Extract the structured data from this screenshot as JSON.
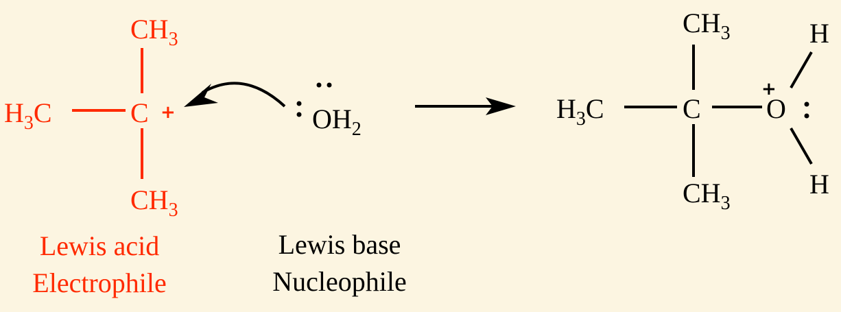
{
  "colors": {
    "background": "#fcf5e1",
    "reactant": "#ff2a00",
    "product": "#000000"
  },
  "reactant_carbocation": {
    "top": {
      "main": "CH",
      "sub": "3"
    },
    "left": {
      "pre": "H",
      "sub": "3",
      "post": "C"
    },
    "center": "C",
    "charge": "+",
    "bottom": {
      "main": "CH",
      "sub": "3"
    },
    "label_line1": "Lewis acid",
    "label_line2": "Electrophile"
  },
  "reactant_water": {
    "main": "OH",
    "sub": "2",
    "lone_pair_left": ":",
    "label_line1": "Lewis base",
    "label_line2": "Nucleophile"
  },
  "product": {
    "top": {
      "main": "CH",
      "sub": "3"
    },
    "left": {
      "pre": "H",
      "sub": "3",
      "post": "C"
    },
    "center": "C",
    "oxygen": "O",
    "charge": "+",
    "lone_pair": ":",
    "h_top": "H",
    "h_bottom": "H",
    "bottom": {
      "main": "CH",
      "sub": "3"
    }
  }
}
